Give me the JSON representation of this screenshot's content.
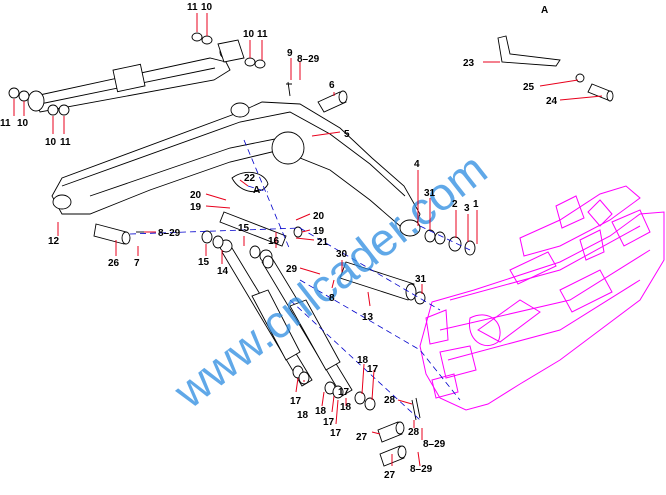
{
  "view_label": "A",
  "watermark": "www.cnlcader.com",
  "callouts": {
    "c1": "11",
    "c2": "10",
    "c3": "10",
    "c4": "11",
    "c5": "9",
    "c6": "8–29",
    "c7": "6",
    "c8": "5",
    "c9": "4",
    "c10": "31",
    "c11": "2",
    "c12": "3",
    "c13": "1",
    "c14": "11",
    "c15": "10",
    "c16": "10",
    "c17": "11",
    "c18": "23",
    "c19": "25",
    "c20": "24",
    "c21": "20",
    "c22": "22",
    "c23": "A",
    "c24": "19",
    "c25": "20",
    "c26": "19",
    "c27": "21",
    "c28": "30",
    "c29": "12",
    "c30": "8–29",
    "c31": "26",
    "c32": "7",
    "c33": "15",
    "c34": "16",
    "c35": "15",
    "c36": "14",
    "c37": "29",
    "c38": "8",
    "c39": "31",
    "c40": "13",
    "c41": "18",
    "c42": "17",
    "c43": "17",
    "c44": "18",
    "c45": "17",
    "c46": "18",
    "c47": "18",
    "c48": "17",
    "c49": "28",
    "c50": "27",
    "c51": "28",
    "c52": "8–29",
    "c53": "27",
    "c54": "8–29"
  }
}
